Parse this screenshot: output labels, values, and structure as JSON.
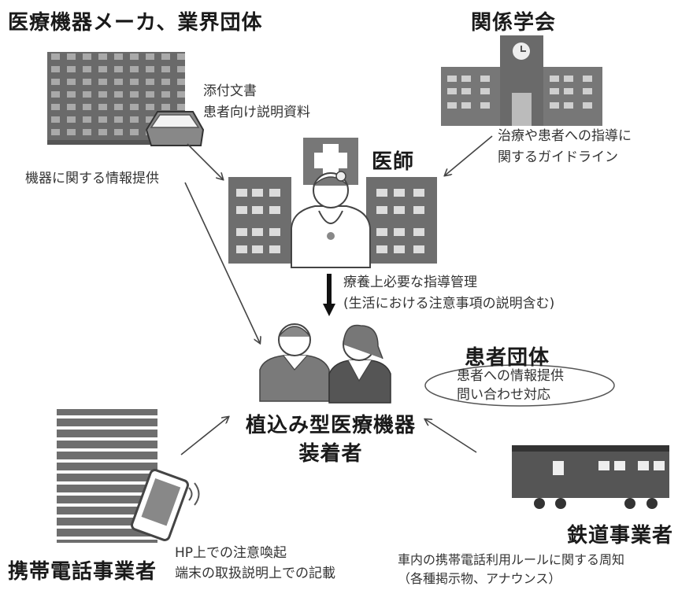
{
  "manufacturers": {
    "title": "医療機器メーカ、業界団体",
    "doc_note": [
      "添付文書",
      "患者向け説明資料"
    ],
    "info_note": "機器に関する情報提供"
  },
  "societies": {
    "title": "関係学会",
    "guideline_note": [
      "治療や患者への指導に",
      "関するガイドライン"
    ]
  },
  "doctor": {
    "title": "医師",
    "guidance_note": [
      "療養上必要な指導管理",
      "(生活における注意事項の説明含む)"
    ]
  },
  "patient_groups": {
    "title": "患者団体",
    "support_note": [
      "患者への情報提供",
      "問い合わせ対応"
    ]
  },
  "patient": {
    "title_lines": [
      "植込み型医療機器",
      "装着者"
    ]
  },
  "mobile_carriers": {
    "title": "携帯電話事業者",
    "note": [
      "HP上での注意喚起",
      "端末の取扱説明上での記載"
    ]
  },
  "railways": {
    "title": "鉄道事業者",
    "note": [
      "車内の携帯電話利用ルールに関する周知",
      "（各種掲示物、アナウンス）"
    ]
  },
  "colors": {
    "building": "#6b6b6b",
    "window": "#e8e8e8",
    "arrow": "#444444",
    "thick_arrow": "#111111"
  }
}
